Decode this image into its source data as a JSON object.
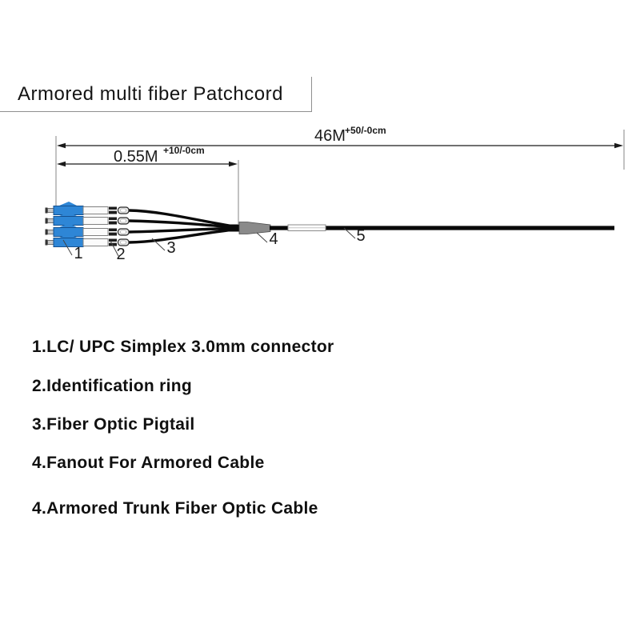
{
  "title_box": {
    "label": "Armored multi fiber Patchcord"
  },
  "dimensions": {
    "overall": {
      "value": "46M",
      "tolerance": "+50/-0cm"
    },
    "breakout": {
      "value": "0.55M",
      "tolerance": "+10/-0cm"
    }
  },
  "callouts": {
    "n1": "1",
    "n2": "2",
    "n3": "3",
    "n4": "4",
    "n5": "5"
  },
  "parts_list": {
    "items": [
      "1.LC/ UPC Simplex 3.0mm connector",
      "2.Identification ring",
      "3.Fiber Optic Pigtail",
      "4.Fanout For Armored Cable",
      "4.Armored Trunk Fiber Optic Cable"
    ]
  },
  "colors": {
    "connector_blue": "#2E86D6",
    "connector_blue_edge": "#14508F",
    "fanout_gray": "#8A8A8A",
    "cable_black": "#0A0A0A"
  }
}
